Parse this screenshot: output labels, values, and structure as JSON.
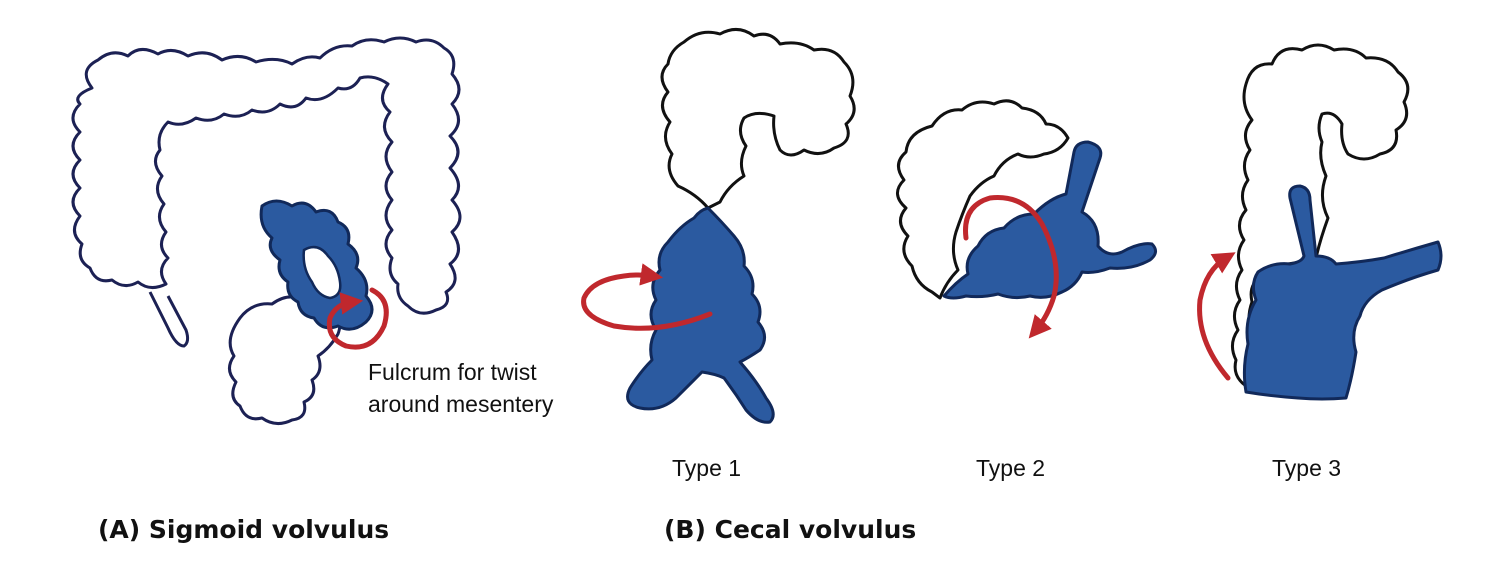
{
  "colors": {
    "bowel_fill": "#2b5aa0",
    "bowel_edge": "#11295a",
    "arrow": "#c0282d",
    "outline": "#111111",
    "colon_outline": "#1c2154"
  },
  "panel_a": {
    "caption": "(A) Sigmoid volvulus",
    "annotation_line1": "Fulcrum for twist",
    "annotation_line2": "around mesentery"
  },
  "panel_b": {
    "caption": "(B) Cecal volvulus",
    "types": [
      {
        "label": "Type 1"
      },
      {
        "label": "Type 2"
      },
      {
        "label": "Type 3"
      }
    ]
  }
}
